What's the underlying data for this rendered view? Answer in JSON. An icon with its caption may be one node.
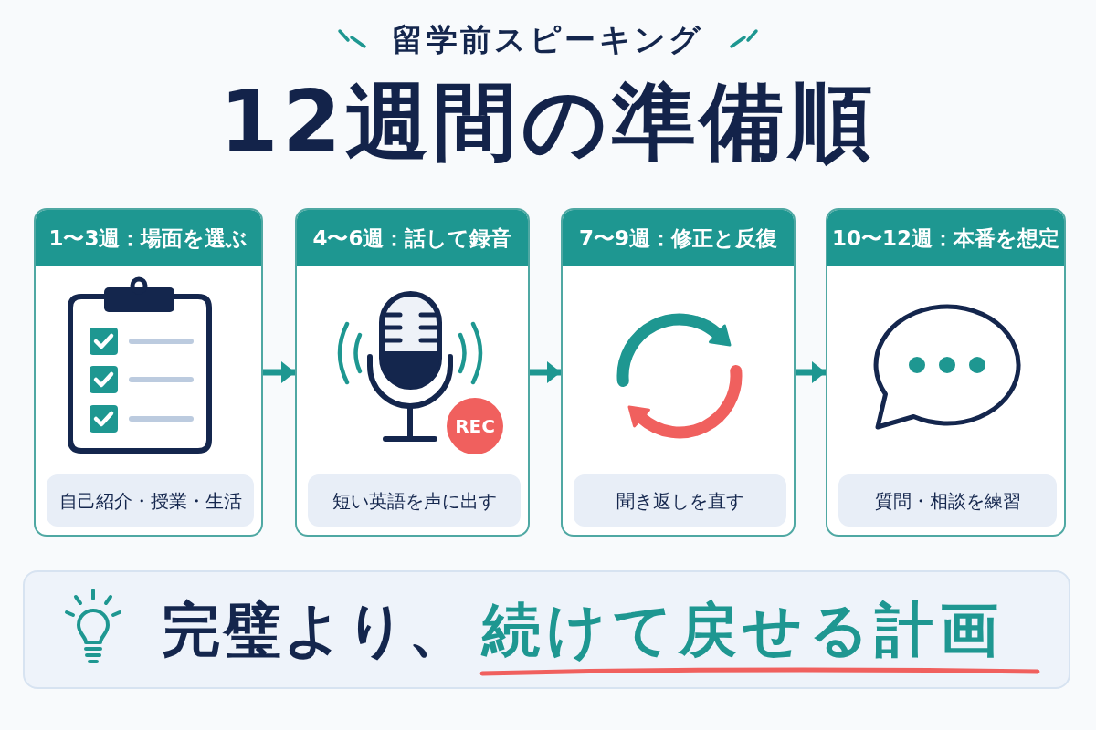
{
  "diagram": {
    "title": "12週間の準備順",
    "nodes": [
      {
        "text": [
          "1〜3週：場面を選ぶ"
        ]
      },
      {
        "text": [
          "自己紹介・授業・生活"
        ],
        "in": 0
      },
      {
        "text": [
          "4〜6週：話して録音"
        ]
      },
      {
        "text": [
          "短い英語を声に出す"
        ],
        "in": 2
      },
      {
        "text": [
          "7〜9週：修正と反復"
        ]
      },
      {
        "text": [
          "聞き返しを直す"
        ],
        "in": 4
      },
      {
        "text": [
          "10〜12週：本番を想定"
        ]
      },
      {
        "text": [
          "質問・相談を練習"
        ],
        "in": 6
      },
      {
        "text": [
          "完璧より、",
          "続けて戻せる計画"
        ]
      }
    ],
    "edges": [
      {
        "from": 0,
        "to": 2,
        "arrow": "to"
      },
      {
        "from": 2,
        "to": 4,
        "arrow": "to"
      },
      {
        "from": 4,
        "to": 6,
        "arrow": "to"
      }
    ],
    "labels": [
      "留学前スピーキング",
      "REC"
    ]
  }
}
